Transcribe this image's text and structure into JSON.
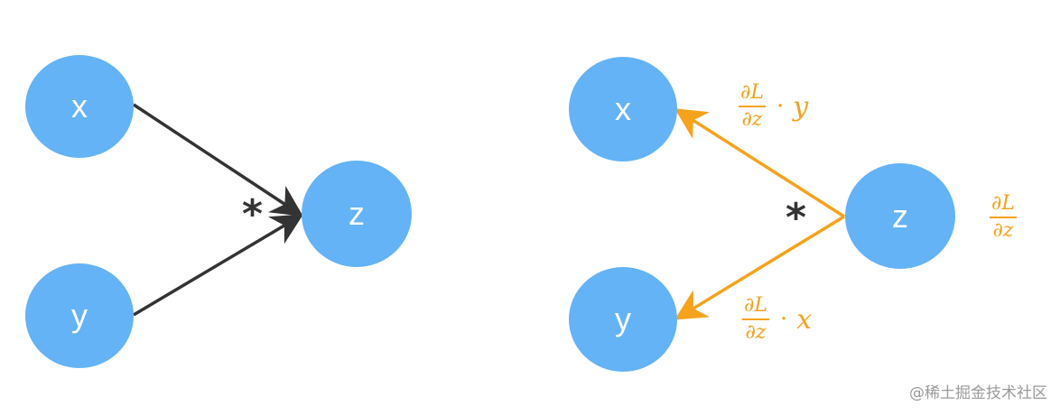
{
  "colors": {
    "node_fill": "#63b3f6",
    "node_text": "#ffffff",
    "forward_edge": "#333333",
    "backward_edge": "#f5a21c",
    "gradient_label": "#f5a21c",
    "operator": "#333333",
    "watermark": "#9a9a9a"
  },
  "forward_graph": {
    "nodes": {
      "x": "x",
      "y": "y",
      "z": "z"
    },
    "operator": "*",
    "edges": [
      {
        "from": "x",
        "to": "z"
      },
      {
        "from": "y",
        "to": "z"
      }
    ]
  },
  "backward_graph": {
    "nodes": {
      "x": "x",
      "y": "y",
      "z": "z"
    },
    "operator": "*",
    "edges": [
      {
        "from": "z",
        "to": "x"
      },
      {
        "from": "z",
        "to": "y"
      }
    ],
    "gradient_labels": {
      "to_x": {
        "numerator": "∂L",
        "denominator": "∂z",
        "dot": "·",
        "factor": "y"
      },
      "to_y": {
        "numerator": "∂L",
        "denominator": "∂z",
        "dot": "·",
        "factor": "x"
      },
      "at_z": {
        "numerator": "∂L",
        "denominator": "∂z"
      }
    }
  },
  "watermark": "@稀土掘金技术社区"
}
